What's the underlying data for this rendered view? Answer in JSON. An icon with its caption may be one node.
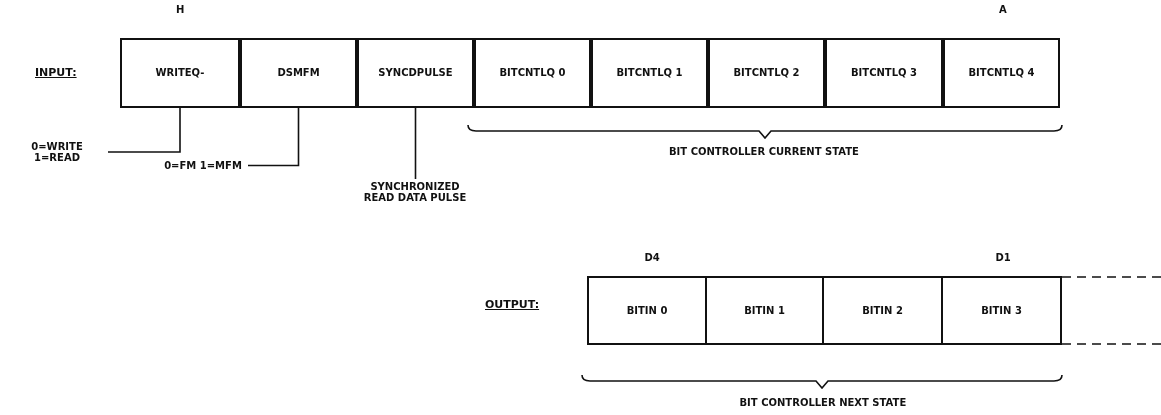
{
  "diagram": {
    "nodes": [
      {
        "text": [
          "WRITEQ-"
        ]
      },
      {
        "text": [
          "DSMFM"
        ]
      },
      {
        "text": [
          "SYNCDPULSE"
        ]
      },
      {
        "text": [
          "BITCNTLQ 0"
        ]
      },
      {
        "text": [
          "BITCNTLQ 1"
        ]
      },
      {
        "text": [
          "BITCNTLQ 2"
        ]
      },
      {
        "text": [
          "BITCNTLQ 3"
        ]
      },
      {
        "text": [
          "BITCNTLQ 4"
        ]
      },
      {
        "text": [
          "BITIN 0"
        ]
      },
      {
        "text": [
          "BITIN 1"
        ]
      },
      {
        "text": [
          "BITIN 2"
        ]
      },
      {
        "text": [
          "BITIN 3"
        ]
      },
      {
        "text": [
          "0=WRITE 1=READ"
        ]
      },
      {
        "text": [
          "0=FM 1=MFM"
        ]
      },
      {
        "text": [
          "SYNCHRONIZED READ DATA PULSE"
        ]
      }
    ],
    "edges": [
      {
        "from": 0,
        "to": 12,
        "arrow": "none"
      },
      {
        "from": 1,
        "to": 13,
        "arrow": "none"
      },
      {
        "from": 2,
        "to": 14,
        "arrow": "none"
      }
    ],
    "labels": [
      "H",
      "A",
      "INPUT:",
      "BIT CONTROLLER CURRENT STATE",
      "D4",
      "D1",
      "OUTPUT:",
      "BIT CONTROLLER NEXT STATE"
    ]
  }
}
